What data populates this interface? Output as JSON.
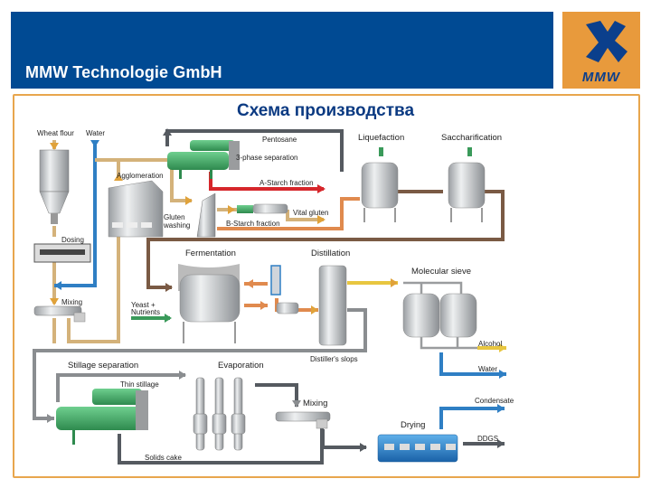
{
  "header": {
    "company": "MMW Technologie GmbH",
    "logo_text": "MMW",
    "colors": {
      "header_blue": "#004a93",
      "logo_orange": "#e89a3c",
      "frame_orange": "#e8a64d",
      "title_blue": "#0b3a82"
    }
  },
  "slide": {
    "title": "Схема производства"
  },
  "diagram": {
    "inputs": {
      "wheat_flour": "Wheat flour",
      "water": "Water",
      "yeast": "Yeast +",
      "nutrients": "Nutrients"
    },
    "stages": {
      "dosing": "Dosing",
      "mixing_1": "Mixing",
      "agglomeration": "Agglomeration",
      "gluten_washing_1": "Gluten",
      "gluten_washing_2": "washing",
      "three_phase": "3-phase separation",
      "liquefaction": "Liquefaction",
      "saccharification": "Saccharification",
      "fermentation": "Fermentation",
      "distillation": "Distillation",
      "molecular_sieve": "Molecular sieve",
      "stillage_separation": "Stillage separation",
      "evaporation": "Evaporation",
      "mixing_2": "Mixing",
      "drying": "Drying"
    },
    "streams": {
      "pentosane": "Pentosane",
      "a_starch": "A-Starch fraction",
      "b_starch": "B-Starch fraction",
      "vital_gluten": "Vital gluten",
      "alcohol": "Alcohol",
      "water_out": "Water",
      "distillers_slops": "Distiller's slops",
      "thin_stillage": "Thin stillage",
      "solids_cake": "Solids cake",
      "condensate": "Condensate",
      "ddgs": "DDGS"
    },
    "stream_colors": {
      "flour": "#d4b27a",
      "water": "#2f7fc4",
      "a_starch": "#d6262b",
      "b_starch": "#e08a4e",
      "mash": "#7a5a44",
      "alcohol": "#e8c640",
      "stillage": "#8a8d90",
      "dark": "#555a60",
      "green": "#3a9a5a"
    }
  }
}
